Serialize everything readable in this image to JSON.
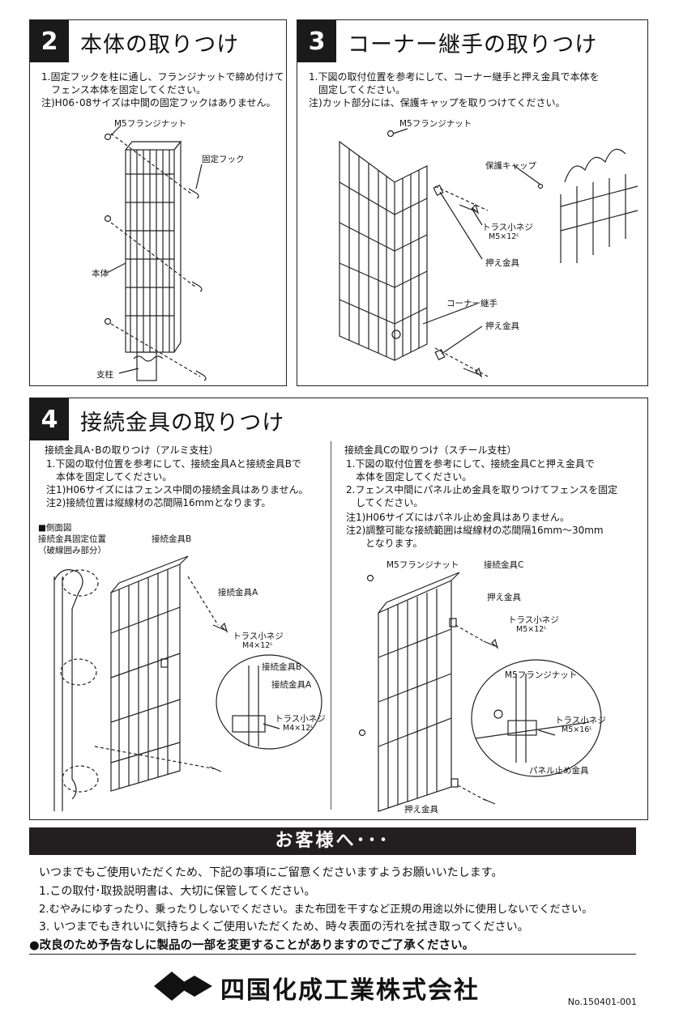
{
  "panel2": {
    "number": "2",
    "title": "本体の取りつけ",
    "lines": [
      "1.固定フックを柱に通し、フランジナットで締め付けて",
      "　フェンス本体を固定してください。",
      "注)H06･08サイズは中間の固定フックはありません。"
    ],
    "labels": {
      "nut": "M5フランジナット",
      "hook": "固定フック",
      "body": "本体",
      "post": "支柱"
    }
  },
  "panel3": {
    "number": "3",
    "title": "コーナー継手の取りつけ",
    "lines": [
      "1.下図の取付位置を参考にして、コーナー継手と押え金具で本体を",
      "　固定してください。",
      "注)カット部分には、保護キャップを取りつけてください。"
    ],
    "labels": {
      "nut": "M5フランジナット",
      "cap": "保護キャップ",
      "screw": "トラス小ネジ",
      "screw_size": "M5×12ᴸ",
      "clamp": "押え金具",
      "corner": "コーナー継手",
      "clamp2": "押え金具"
    }
  },
  "panel4": {
    "number": "4",
    "title": "接続金具の取りつけ",
    "left": {
      "heading": "接続金具A･Bの取りつけ（アルミ支柱）",
      "lines": [
        "1.下図の取付位置を参考にして、接続金具Aと接続金具Bで",
        "　本体を固定してください。",
        "注1)H06サイズにはフェンス中間の接続金具はありません。",
        "注2)接続位置は縦線材の芯間隔16mmとなります。"
      ],
      "side_view": [
        "■側面図",
        "接続金具固定位置",
        "（破線囲み部分）"
      ],
      "labels": {
        "b": "接続金具B",
        "a": "接続金具A",
        "screw": "トラス小ネジ",
        "screw_size": "M4×12ᴸ",
        "detail_b": "接続金具B",
        "detail_a": "接続金具A",
        "detail_screw": "トラス小ネジ",
        "detail_size": "M4×12ᴸ"
      }
    },
    "right": {
      "heading": "接続金具Cの取りつけ（スチール支柱）",
      "lines": [
        "1.下図の取付位置を参考にして、接続金具Cと押え金具で",
        "　本体を固定してください。",
        "2.フェンス中間にパネル止め金具を取りつけてフェンスを固定",
        "　してください。",
        "注1)H06サイズにはパネル止め金具はありません。",
        "注2)調整可能な接続範囲は縦線材の芯間隔16mm～30mm",
        "　　となります。"
      ],
      "labels": {
        "nut": "M5フランジナット",
        "c": "接続金具C",
        "clamp": "押え金具",
        "screw": "トラス小ネジ",
        "screw_size": "M5×12ᴸ",
        "detail_nut": "M5フランジナット",
        "detail_screw": "トラス小ネジ",
        "detail_size": "M5×16ᴸ",
        "panel_stop": "パネル止め金具",
        "clamp_bottom": "押え金具"
      }
    }
  },
  "notice": {
    "banner": "お客様へ･･･",
    "lines": [
      "いつまでもご使用いただくため、下記の事項にご留意くださいますようお願いいたします。",
      "1.この取付･取扱説明書は、大切に保管してください。",
      "2.むやみにゆすったり、乗ったりしないでください。また布団を干すなど正規の用途以外に使用しないでください。",
      "3. いつまでもきれいに気持ちよくご使用いただくため、時々表面の汚れを拭き取ってください。"
    ],
    "warning": "●改良のため予告なしに製品の一部を変更することがありますのでご了承ください。"
  },
  "footer": {
    "company": "四国化成工業株式会社",
    "doc_no": "No.150401-001"
  }
}
